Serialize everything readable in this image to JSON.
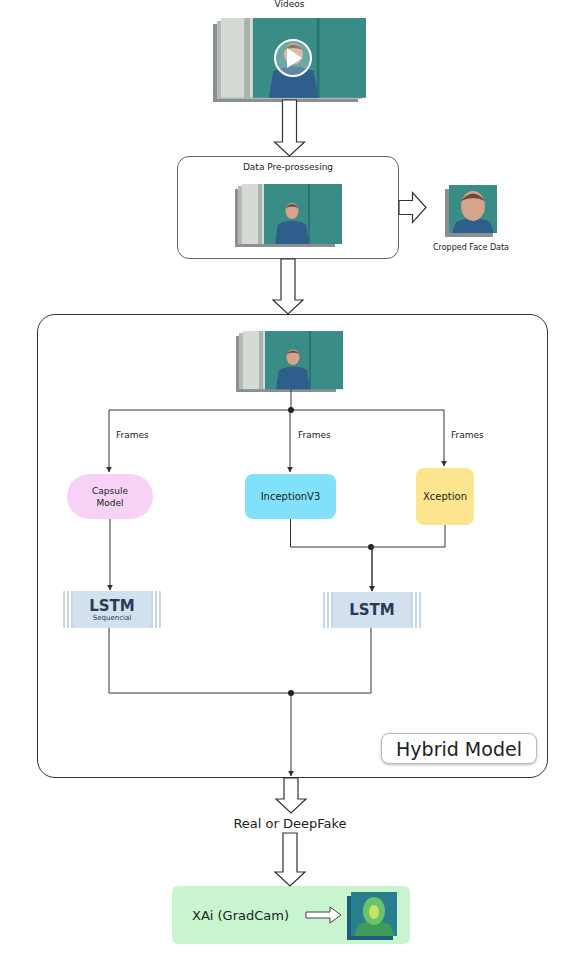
{
  "diagram": {
    "nodes": [
      {
        "text": [
          "Videos"
        ]
      },
      {
        "text": [
          "Data Pre-prossesing"
        ]
      },
      {
        "text": [
          "Cropped Face Data"
        ]
      },
      {
        "text": [
          "Hybrid Model"
        ]
      },
      {
        "text": [
          "Capsule Model"
        ],
        "in": 3
      },
      {
        "text": [
          "InceptionV3"
        ],
        "in": 3
      },
      {
        "text": [
          "Xception"
        ],
        "in": 3
      },
      {
        "text": [
          "LSTM",
          "Sequencial"
        ],
        "in": 3
      },
      {
        "text": [
          "LSTM"
        ],
        "in": 3
      },
      {
        "text": [
          "Real or DeepFake"
        ]
      },
      {
        "text": [
          "XAi (GradCam)"
        ]
      }
    ],
    "edges": [
      {
        "from": 0,
        "to": 1,
        "arrow": "to"
      },
      {
        "from": 1,
        "to": 2,
        "arrow": "to"
      },
      {
        "from": 1,
        "to": 3,
        "arrow": "to"
      },
      {
        "from": 4,
        "to": 7,
        "arrow": "to"
      },
      {
        "from": 5,
        "to": 8,
        "arrow": "to"
      },
      {
        "from": 6,
        "to": 8,
        "arrow": "to"
      },
      {
        "from": 3,
        "to": 9,
        "arrow": "to"
      },
      {
        "from": 9,
        "to": 10,
        "arrow": "to"
      }
    ],
    "labels": [
      "Frames",
      "Frames",
      "Frames"
    ]
  }
}
